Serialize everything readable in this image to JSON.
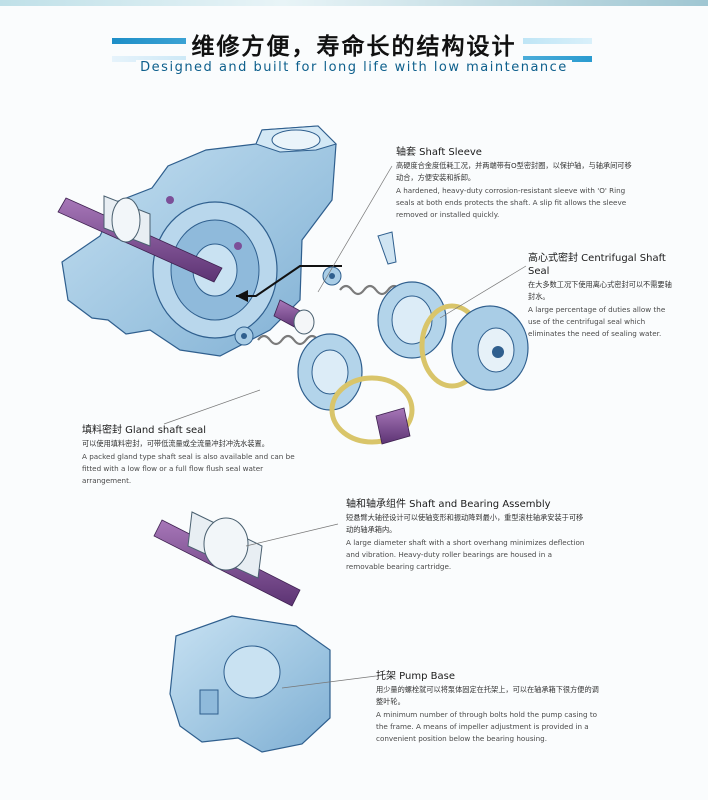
{
  "header": {
    "title_cn": "维修方便，寿命长的结构设计",
    "title_en": "Designed and built for long life with low maintenance"
  },
  "callouts": {
    "shaft_sleeve": {
      "heading": "轴套 Shaft Sleeve",
      "cn": "高硬度合金度低耗工况，并两端带有O型密封圈，以保护轴，与轴承间可移动合，方便安装和拆卸。",
      "en": "A hardened, heavy-duty corrosion-resistant sleeve with 'O' Ring seals at both ends protects the shaft. A slip fit allows the sleeve removed or installed quickly."
    },
    "centrifugal_seal": {
      "heading": "高心式密封 Centrifugal Shaft Seal",
      "cn": "在大多数工况下使用离心式密封可以不需要轴封水。",
      "en": "A large percentage of duties allow the use of the centrifugal seal which eliminates the need of sealing water."
    },
    "gland_seal": {
      "heading": "填料密封 Gland shaft seal",
      "cn": "可以使用填料密封，可带低流量或全流量冲封冲洗水装置。",
      "en": "A packed gland type shaft seal is also available and can be fitted with a low flow or a full flow flush seal water arrangement."
    },
    "bearing_assembly": {
      "heading": "轴和轴承组件 Shaft and Bearing Assembly",
      "cn": "短悬臂大轴径设计可以使轴变形和振动降到最小，重型滚柱轴承安装于可移动的轴承箱内。",
      "en": "A large diameter shaft with a short overhang minimizes deflection and vibration. Heavy-duty roller bearings are housed in a removable bearing cartridge."
    },
    "pump_base": {
      "heading": "托架 Pump Base",
      "cn": "用少量的螺栓就可以将泵体固定在托架上，可以在轴承箱下很方便的调整叶轮。",
      "en": "A minimum number of through bolts hold the pump casing to the frame. A means of impeller adjustment is provided in a convenient position below the bearing housing."
    }
  },
  "colors": {
    "part_fill": "#a9cde6",
    "part_stroke": "#2f5f8e",
    "shaft": "#7a4a8e",
    "ring": "#e3d27a",
    "header_band": "#1d8ec7"
  }
}
